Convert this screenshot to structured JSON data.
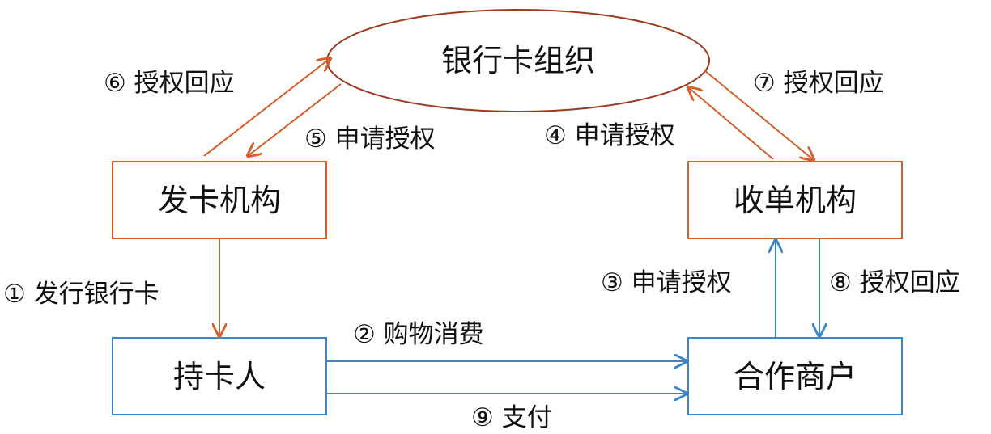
{
  "colors": {
    "orange": "#D45F2D",
    "blue": "#3A86C8",
    "ellipse_stroke": "#9B3B1E",
    "text": "#111111"
  },
  "nodes": {
    "card_org": "银行卡组织",
    "issuer": "发卡机构",
    "acquirer": "收单机构",
    "cardholder": "持卡人",
    "merchant": "合作商户"
  },
  "edges": {
    "e1": "① 发行银行卡",
    "e2": "② 购物消费",
    "e3": "③ 申请授权",
    "e4": "④ 申请授权",
    "e5": "⑤ 申请授权",
    "e6": "⑥ 授权回应",
    "e7": "⑦ 授权回应",
    "e8": "⑧ 授权回应",
    "e9": "⑨ 支付"
  }
}
